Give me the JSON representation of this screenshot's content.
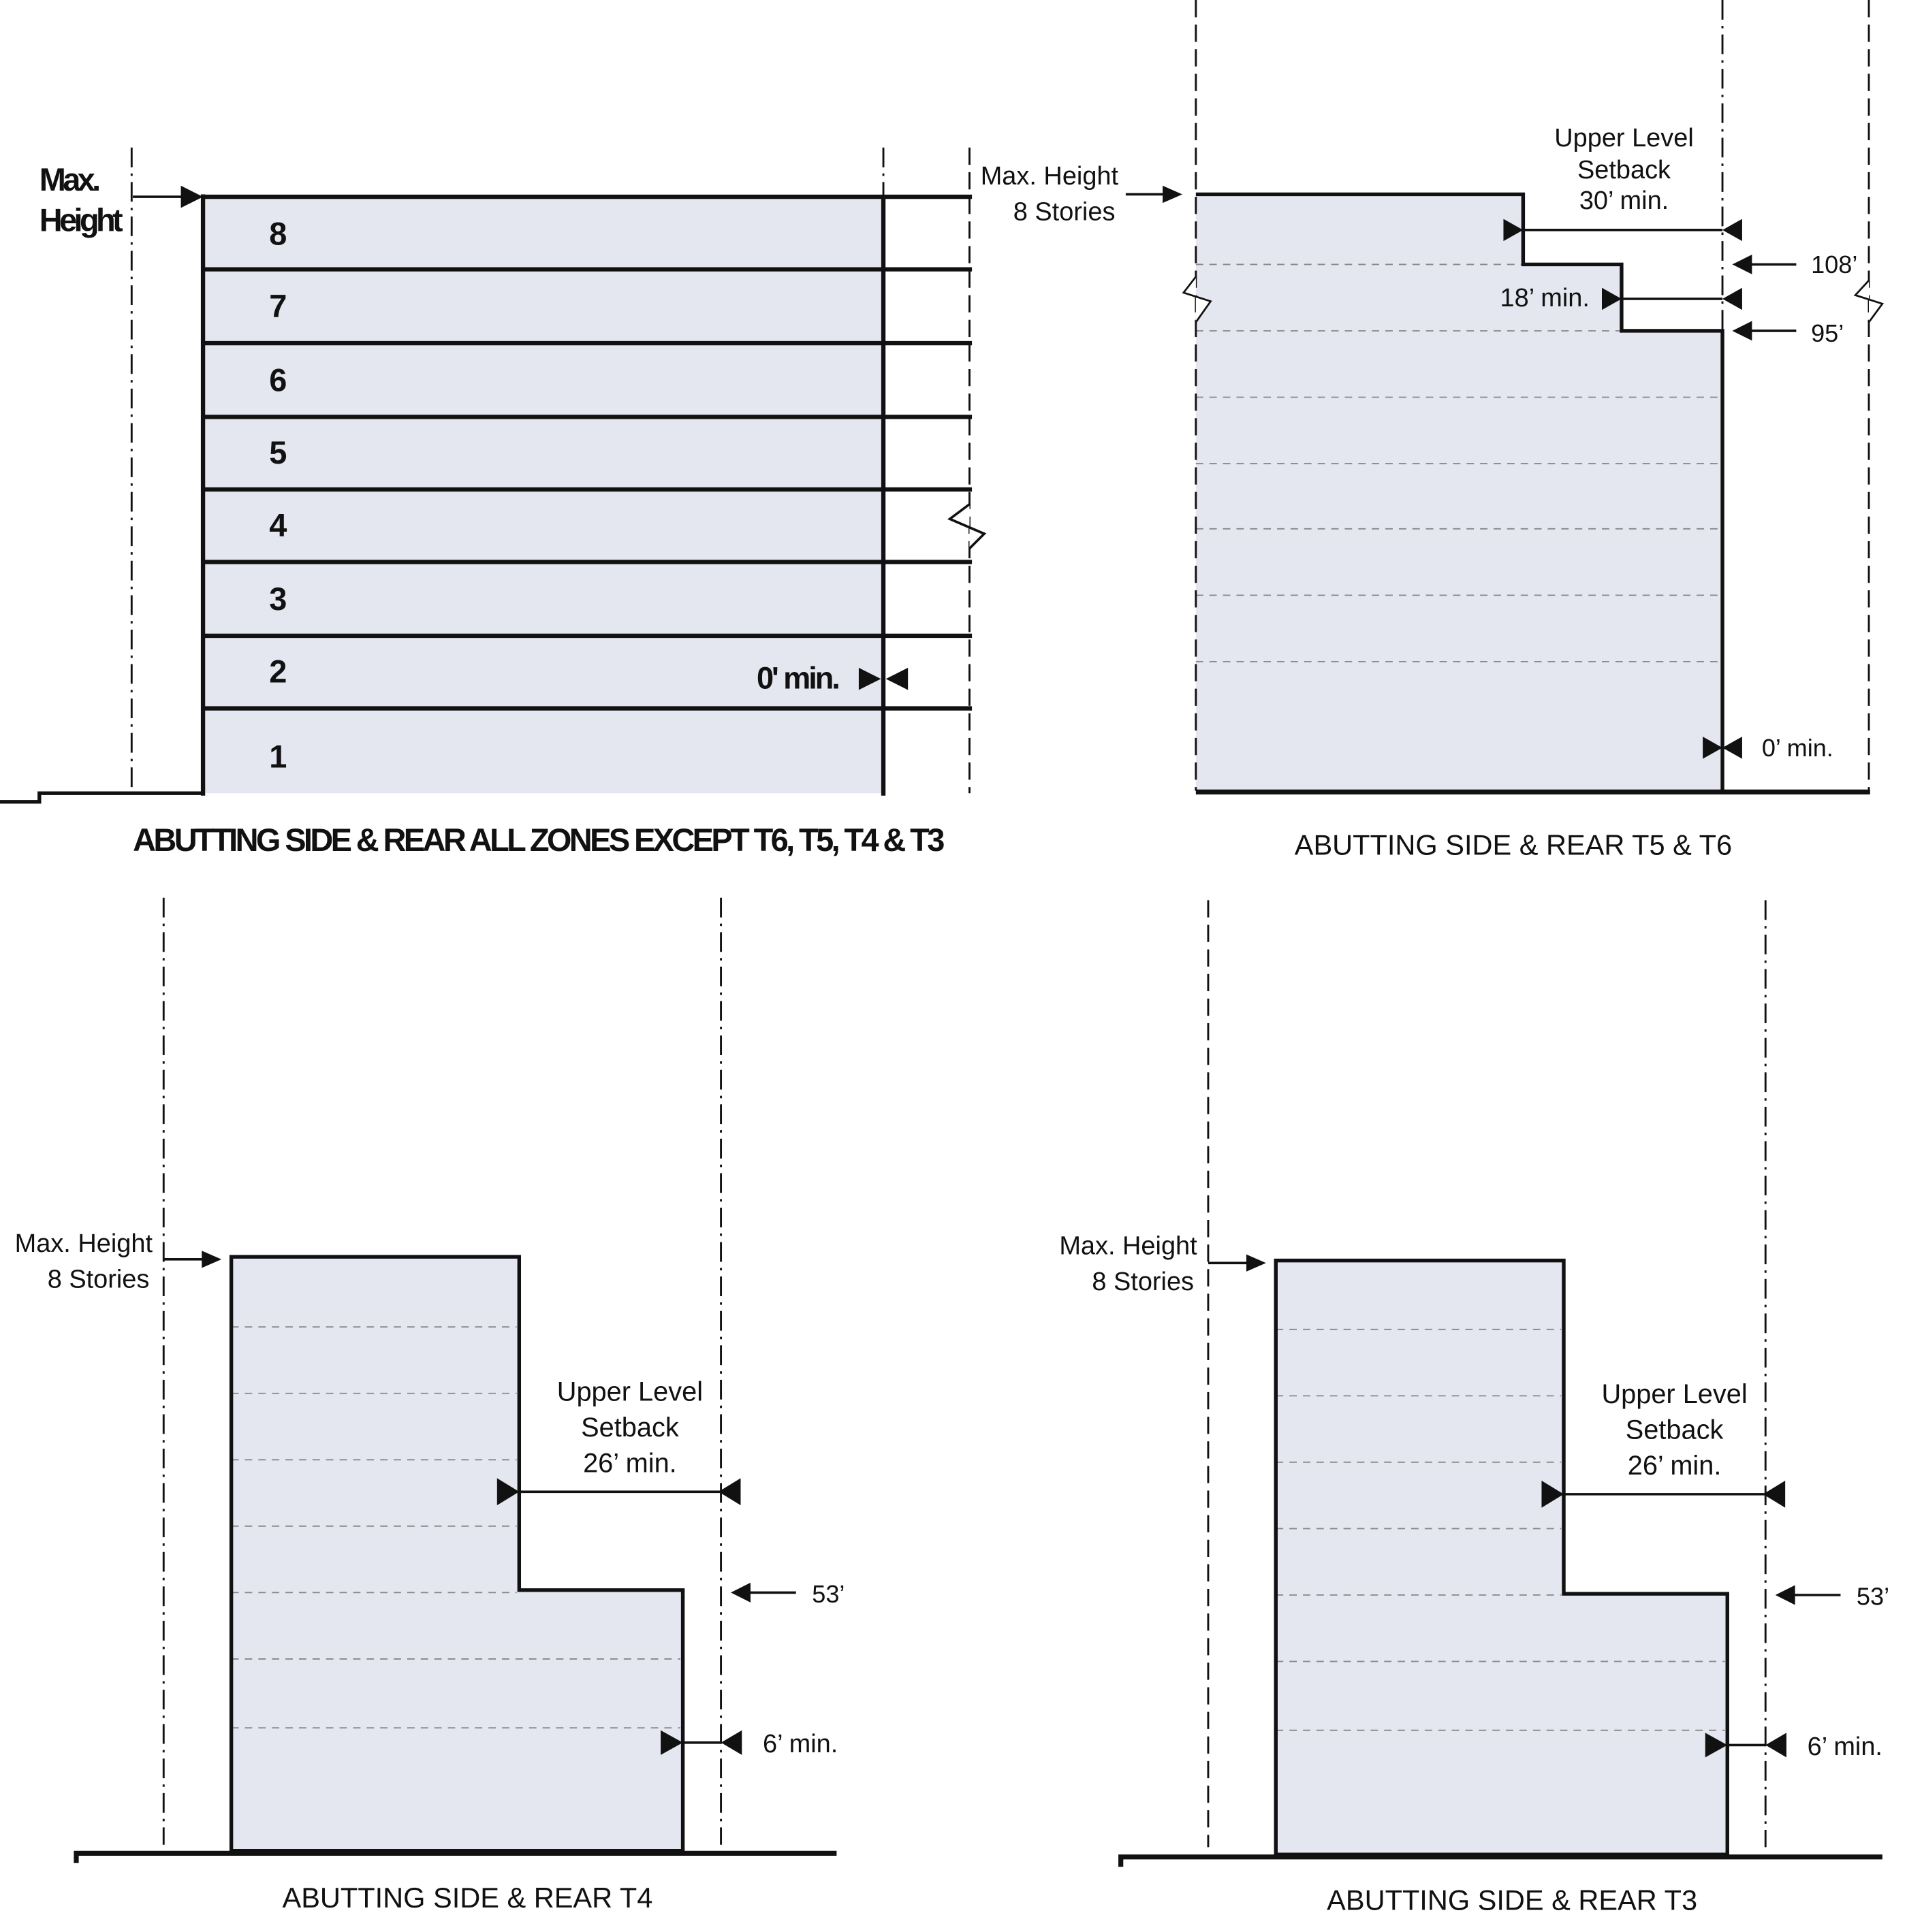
{
  "panel1": {
    "max_height": [
      "Max.",
      "Height"
    ],
    "stories": [
      "8",
      "7",
      "6",
      "5",
      "4",
      "3",
      "2",
      "1"
    ],
    "setback_label": "0' min.",
    "caption": "ABUTTING SIDE & REAR ALL ZONES EXCEPT  T6, T5, T4 & T3"
  },
  "panel2": {
    "max_height": [
      "Max. Height",
      "8 Stories"
    ],
    "upper_setback": [
      "Upper Level",
      "Setback",
      "30’ min."
    ],
    "mid_setback": "18’ min.",
    "height_108": "108’",
    "height_95": "95’",
    "side_setback": "0’ min.",
    "caption": "ABUTTING SIDE & REAR T5 & T6"
  },
  "panel3": {
    "max_height": [
      "Max. Height",
      "8 Stories"
    ],
    "upper_setback": [
      "Upper Level",
      "Setback",
      "26’ min."
    ],
    "height_53": "53’",
    "side_setback": "6’ min.",
    "caption": "ABUTTING SIDE & REAR T4"
  },
  "panel4": {
    "max_height": [
      "Max. Height",
      "8 Stories"
    ],
    "upper_setback": [
      "Upper Level",
      "Setback",
      "26’ min."
    ],
    "height_53": "53’",
    "side_setback": "6’ min.",
    "caption": "ABUTTING SIDE & REAR T3"
  }
}
